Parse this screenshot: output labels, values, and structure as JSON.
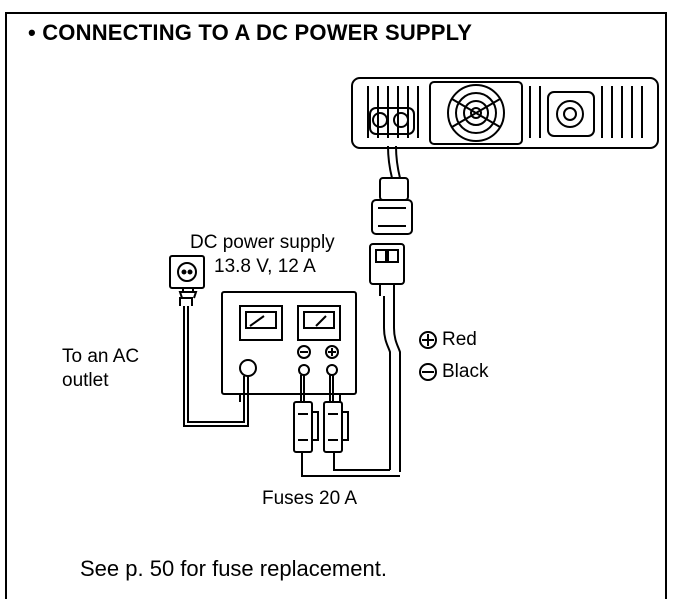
{
  "title": "• CONNECTING TO A DC POWER SUPPLY",
  "labels": {
    "dc_supply_line1": "DC power supply",
    "dc_supply_line2": "13.8 V, 12 A",
    "ac_line1": "To an AC",
    "ac_line2": "outlet",
    "red": "Red",
    "black": "Black",
    "fuses": "Fuses 20 A"
  },
  "note": "See p. 50 for fuse replacement.",
  "colors": {
    "ink": "#000000",
    "background": "#ffffff"
  },
  "icons": [
    "plus-circle-icon",
    "minus-circle-icon",
    "meter-icon",
    "wall-socket-icon",
    "ac-plug-icon"
  ]
}
